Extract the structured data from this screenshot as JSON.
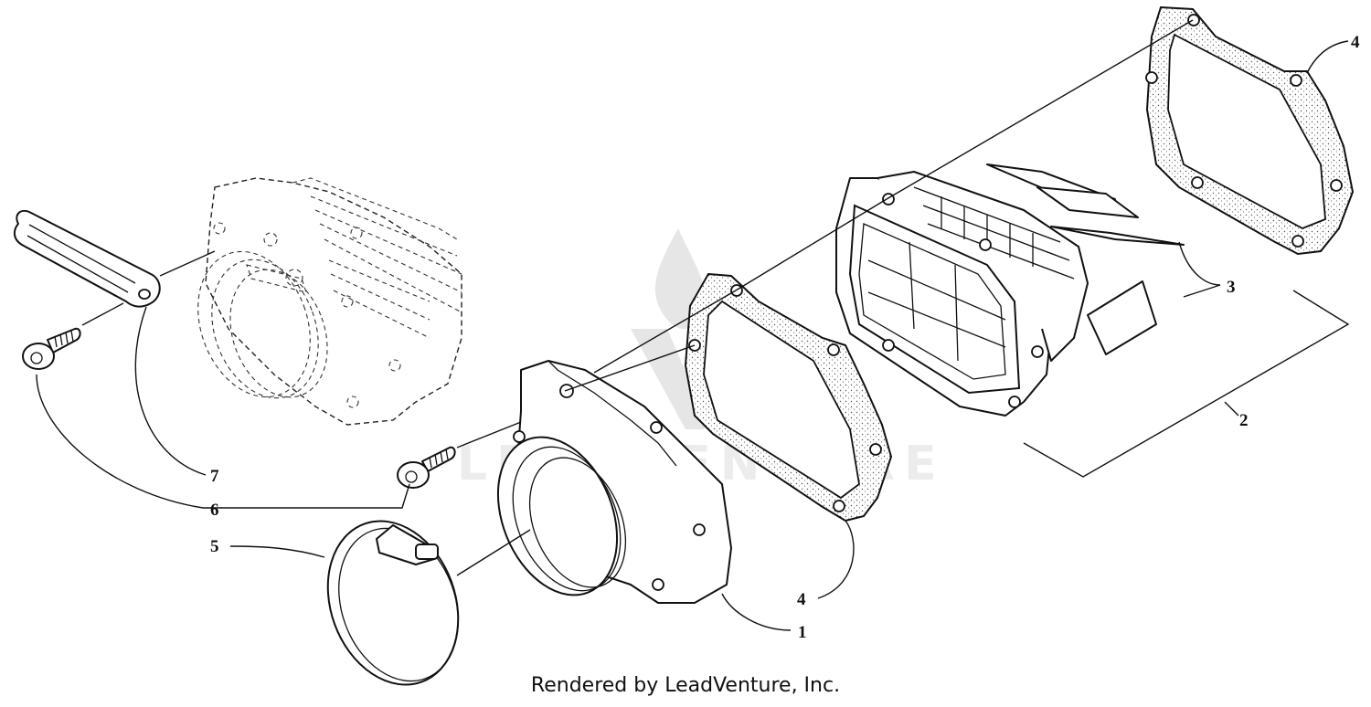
{
  "watermark": "LEADVENTURE",
  "footer": "Rendered by LeadVenture, Inc.",
  "callouts": {
    "c1": "1",
    "c2": "2",
    "c3": "3",
    "c4_top": "4",
    "c4_bottom": "4",
    "c5": "5",
    "c6": "6",
    "c7": "7"
  }
}
